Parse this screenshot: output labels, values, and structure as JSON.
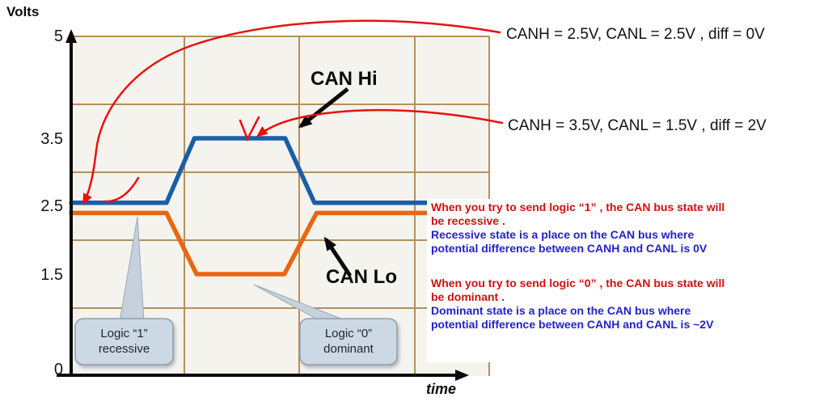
{
  "page": {
    "background": "#ffffff"
  },
  "chart": {
    "y_axis_title": "Volts",
    "x_axis_title": "time",
    "y_tick_labels": [
      "5",
      "3.5",
      "2.5",
      "1.5",
      "0"
    ],
    "series_labels": {
      "can_hi": "CAN Hi",
      "can_lo": "CAN Lo"
    },
    "callouts": {
      "logic1_line1": "Logic “1”",
      "logic1_line2": "recessive",
      "logic0_line1": "Logic “0”",
      "logic0_line2": "dominant"
    }
  },
  "chart_data": {
    "type": "line",
    "title": "",
    "xlabel": "time",
    "ylabel": "Volts",
    "xlim": [
      0,
      10
    ],
    "ylim": [
      0,
      5
    ],
    "y_ticks": [
      0,
      1.5,
      2.5,
      3.5,
      5
    ],
    "grid": true,
    "series": [
      {
        "name": "CAN Hi",
        "color": "#1a5ea8",
        "x": [
          0,
          2.28,
          2.95,
          5.12,
          5.82,
          10
        ],
        "y": [
          2.55,
          2.55,
          3.5,
          3.5,
          2.55,
          2.55
        ]
      },
      {
        "name": "CAN Lo",
        "color": "#e86710",
        "x": [
          0,
          2.28,
          3.0,
          5.1,
          5.87,
          10
        ],
        "y": [
          2.4,
          2.4,
          1.5,
          1.5,
          2.4,
          2.4
        ]
      }
    ]
  },
  "annotations": {
    "recessive_values": "CANH = 2.5V, CANL = 2.5V , diff = 0V",
    "dominant_values": "CANH = 3.5V, CANL = 1.5V , diff = 2V",
    "info_lines": [
      {
        "text": "When you try to send logic “1” , the CAN bus state will",
        "color": "#cf1110"
      },
      {
        "text": "be recessive .",
        "color": "#cf1110"
      },
      {
        "text": "Recessive state is a place on the CAN bus where",
        "color": "#2421cf"
      },
      {
        "text": "potential difference between CANH and CANL is 0V",
        "color": "#2421cf"
      },
      {
        "text": "When you try to send logic “0” , the CAN bus state will",
        "color": "#cf1110"
      },
      {
        "text": "be dominant .",
        "color": "#cf1110"
      },
      {
        "text": "Dominant state is a place on the CAN bus where",
        "color": "#2421cf"
      },
      {
        "text": "potential difference between CANH and CANL is ~2V",
        "color": "#2421cf"
      }
    ]
  },
  "colors": {
    "can_hi": "#1a5ea8",
    "can_lo": "#e86710",
    "grid": "#b3905a",
    "axis": "#0a0a0a",
    "red_annotation": "#e8100c",
    "info_red": "#cf1110",
    "info_blue": "#2421cf",
    "callout_fill": "#ccd8e4"
  }
}
